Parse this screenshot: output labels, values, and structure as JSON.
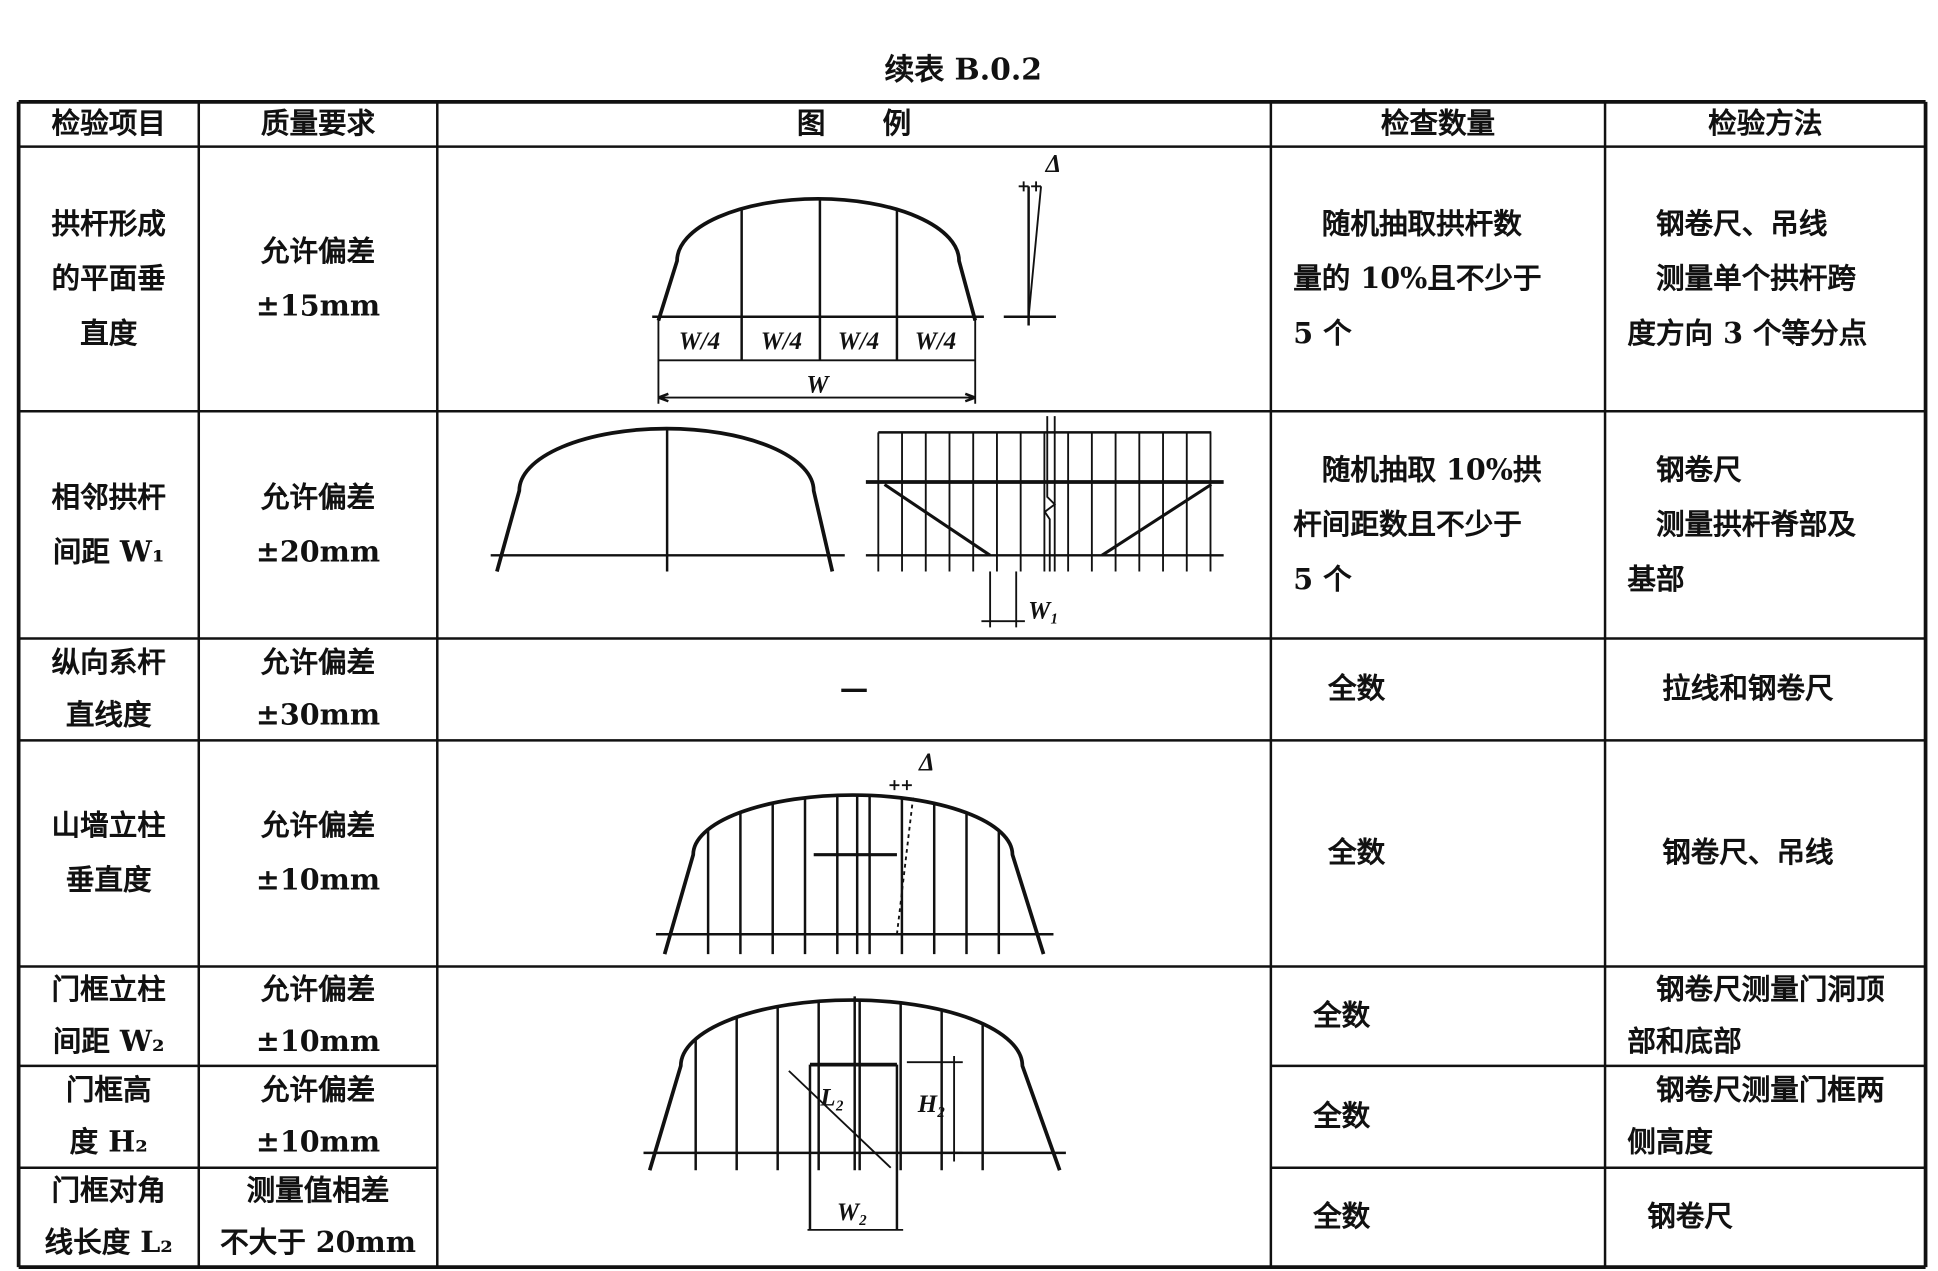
{
  "title": "续表 B.0.2",
  "headers": [
    "检验项目",
    "质量要求",
    "图　　例",
    "检查数量",
    "检验方法"
  ],
  "rows": [
    {
      "item": [
        "拱杆形成",
        "的平面垂",
        "直度"
      ],
      "req": [
        "允许偏差",
        "±15mm"
      ],
      "qty": [
        "　随机抽取拱杆数",
        "量的 10%且不少于",
        "5 个"
      ],
      "method": [
        "　钢卷尺、吊线",
        "　测量单个拱杆跨",
        "度方向 3 个等分点"
      ]
    },
    {
      "item": [
        "相邻拱杆",
        "间距 W₁"
      ],
      "req": [
        "允许偏差",
        "±20mm"
      ],
      "qty": [
        "　随机抽取 10%拱",
        "杆间距数且不少于",
        "5 个"
      ],
      "method": [
        "　钢卷尺",
        "　测量拱杆脊部及",
        "基部"
      ]
    },
    {
      "item": [
        "纵向系杆",
        "直线度"
      ],
      "req": [
        "允许偏差",
        "±30mm"
      ],
      "figure": "—",
      "qty": [
        "全数"
      ],
      "method": [
        "拉线和钢卷尺"
      ]
    },
    {
      "item": [
        "山墙立柱",
        "垂直度"
      ],
      "req": [
        "允许偏差",
        "±10mm"
      ],
      "qty": [
        "全数"
      ],
      "method": [
        "钢卷尺、吊线"
      ]
    },
    {
      "item": [
        "门框立柱",
        "间距 W₂"
      ],
      "req": [
        "允许偏差",
        "±10mm"
      ],
      "qty": [
        "全数"
      ],
      "method": [
        "　钢卷尺测量门洞顶",
        "部和底部"
      ]
    },
    {
      "item": [
        "门框高",
        "度 H₂"
      ],
      "req": [
        "允许偏差",
        "±10mm"
      ],
      "qty": [
        "全数"
      ],
      "method": [
        "　钢卷尺测量门框两",
        "侧高度"
      ]
    },
    {
      "item": [
        "门框对角",
        "线长度 L₂"
      ],
      "req": [
        "测量值相差",
        "不大于 20mm"
      ],
      "qty": [
        "全数"
      ],
      "method": [
        "钢卷尺"
      ]
    }
  ],
  "labels": {
    "w4": "W/4",
    "w": "W",
    "delta": "Δ",
    "w1": "W₁",
    "l2": "L₂",
    "h2": "H₂",
    "w2": "W₂"
  }
}
